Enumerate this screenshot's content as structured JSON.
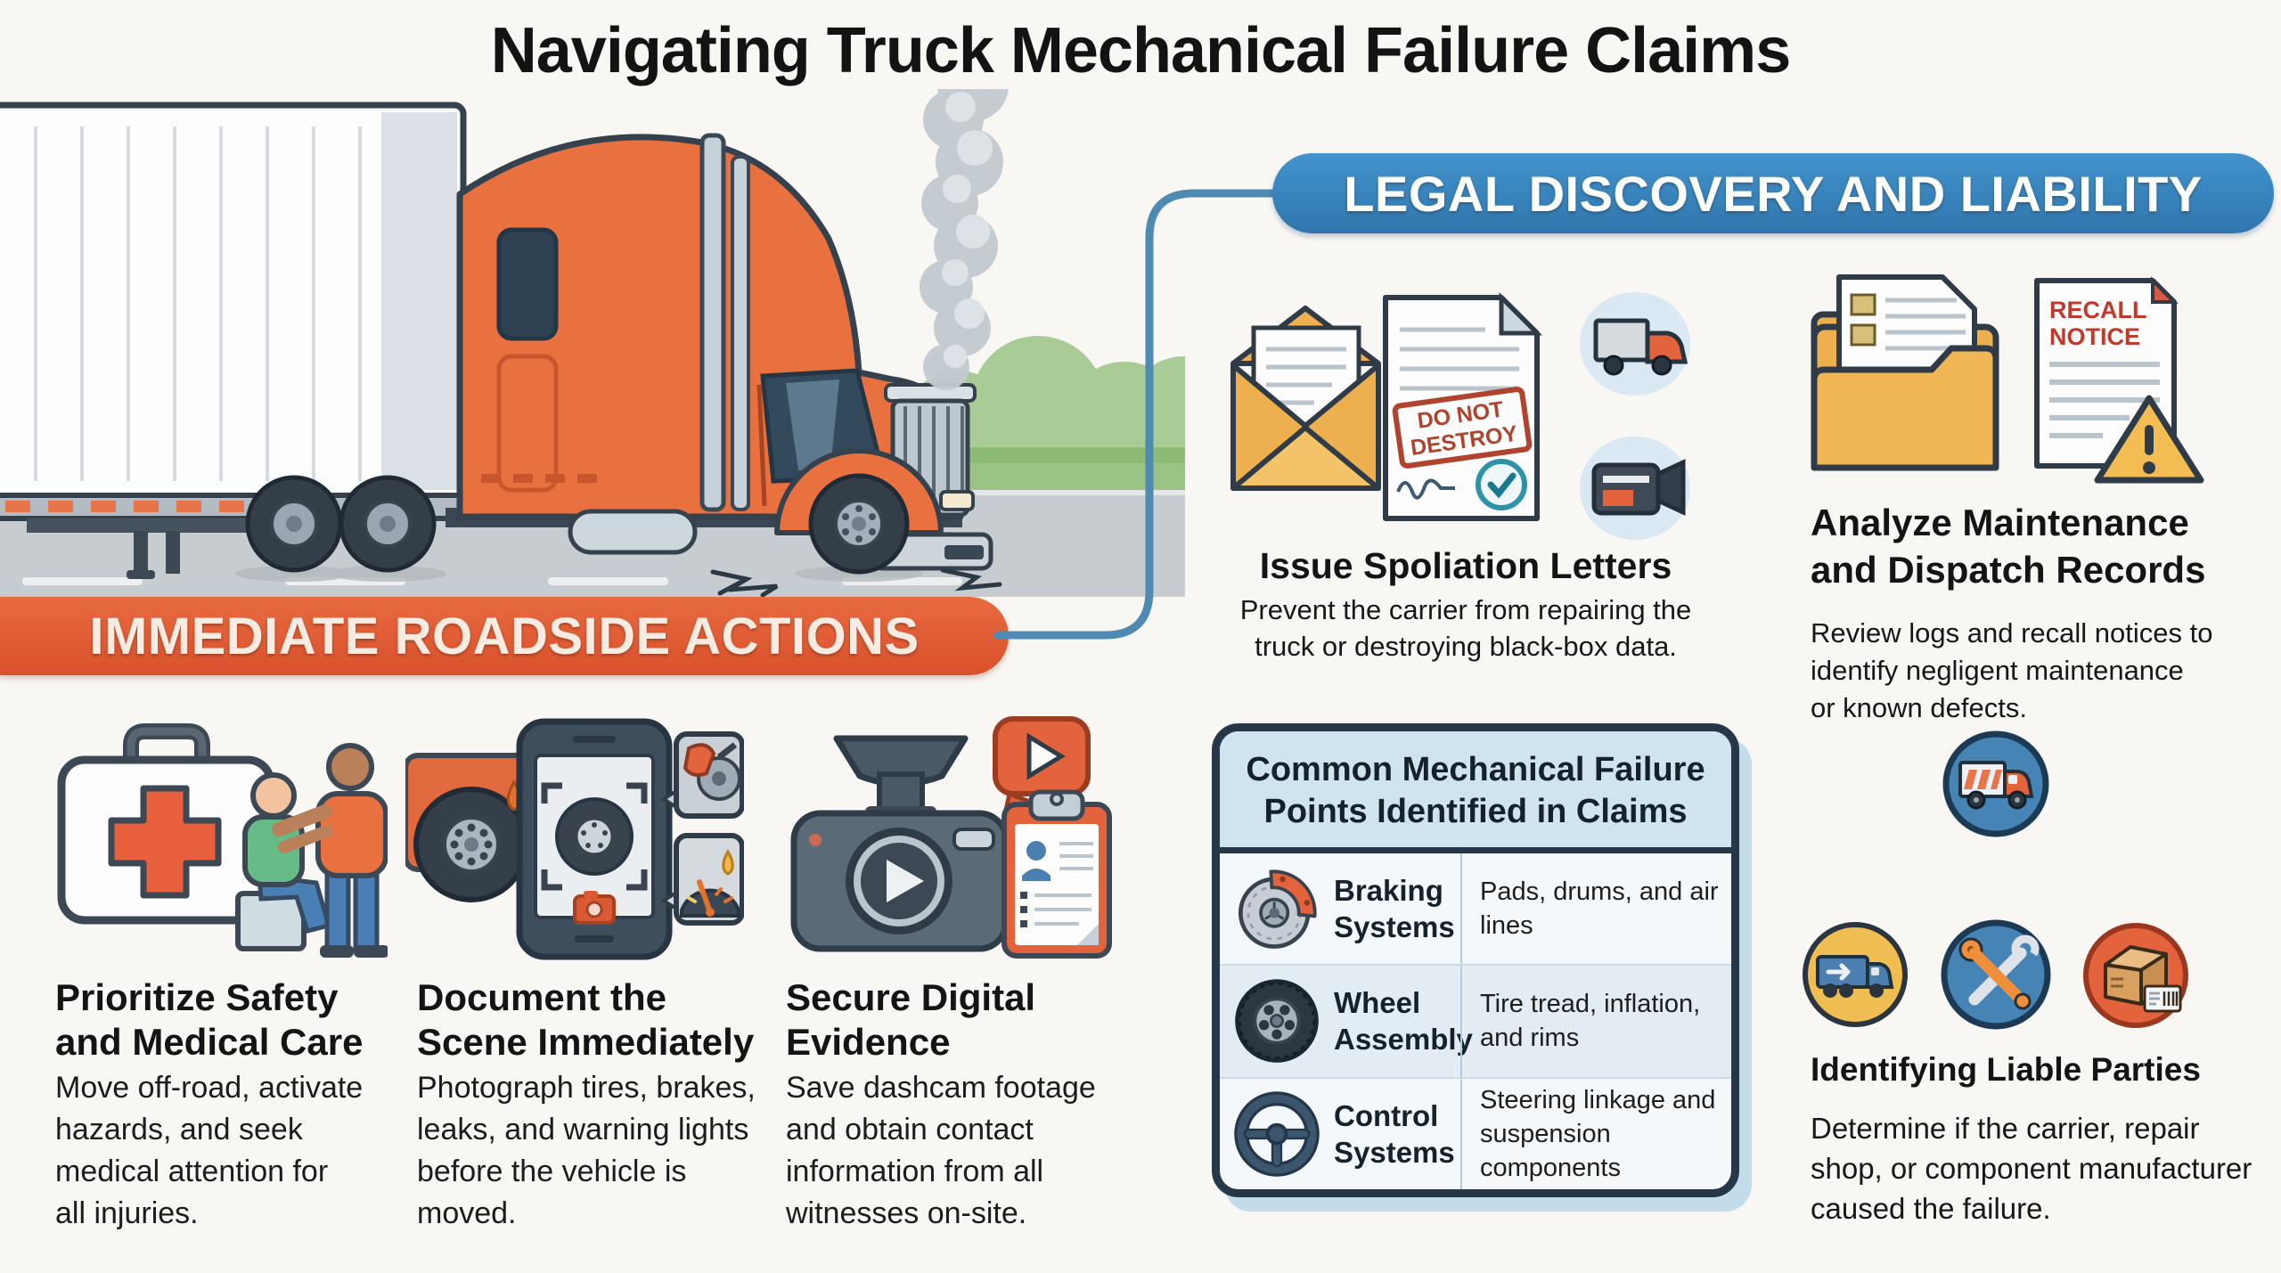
{
  "title": "Navigating Truck Mechanical Failure Claims",
  "roadside": {
    "banner": "IMMEDIATE ROADSIDE ACTIONS",
    "steps": [
      {
        "icon": "first-aid-scene-icon",
        "heading": "Prioritize Safety\nand Medical Care",
        "body": "Move off-road, activate\nhazards, and seek\nmedical attention for\nall injuries."
      },
      {
        "icon": "phone-photo-scene-icon",
        "heading": "Document the\nScene Immediately",
        "body": "Photograph tires, brakes,\nleaks, and warning lights\nbefore the vehicle is\nmoved."
      },
      {
        "icon": "dashcam-scene-icon",
        "heading": "Secure Digital\nEvidence",
        "body": "Save dashcam footage\nand obtain contact\ninformation from all\nwitnesses on-site."
      }
    ]
  },
  "legal": {
    "banner": "LEGAL DISCOVERY AND LIABILITY",
    "spoliation": {
      "heading": "Issue Spoliation Letters",
      "body": "Prevent the carrier from repairing the\ntruck or destroying black-box data.",
      "stamp_lines": [
        "DO NOT",
        "DESTROY"
      ]
    },
    "records": {
      "heading": "Analyze Maintenance\nand Dispatch Records",
      "body": "Review logs and recall notices to\nidentify negligent maintenance\nor known defects.",
      "recall_lines": [
        "RECALL",
        "NOTICE"
      ]
    },
    "failure_table": {
      "title": "Common Mechanical Failure\nPoints Identified in Claims",
      "rows": [
        {
          "icon": "brake-disc-icon",
          "label": "Braking\nSystems",
          "detail": "Pads, drums, and air lines"
        },
        {
          "icon": "tire-icon",
          "label": "Wheel\nAssembly",
          "detail": "Tire tread, inflation, and rims"
        },
        {
          "icon": "steering-wheel-icon",
          "label": "Control\nSystems",
          "detail": "Steering linkage and suspension components"
        }
      ]
    },
    "liable": {
      "heading": "Identifying Liable Parties",
      "body": "Determine if the carrier, repair\nshop, or component manufacturer\ncaused the failure."
    }
  },
  "colors": {
    "background": "#f8f7f4",
    "orange_banner": "#db5530",
    "blue_banner": "#3a85bd",
    "connector": "#4e8ab2",
    "table_border": "#263848",
    "table_header_bg": "#cfe4ef",
    "table_shadow": "#c2dcea",
    "accent_orange": "#e2633c",
    "accent_blue": "#4584b5",
    "accent_yellow": "#f0b84a",
    "stamp_red": "#b0432e"
  }
}
